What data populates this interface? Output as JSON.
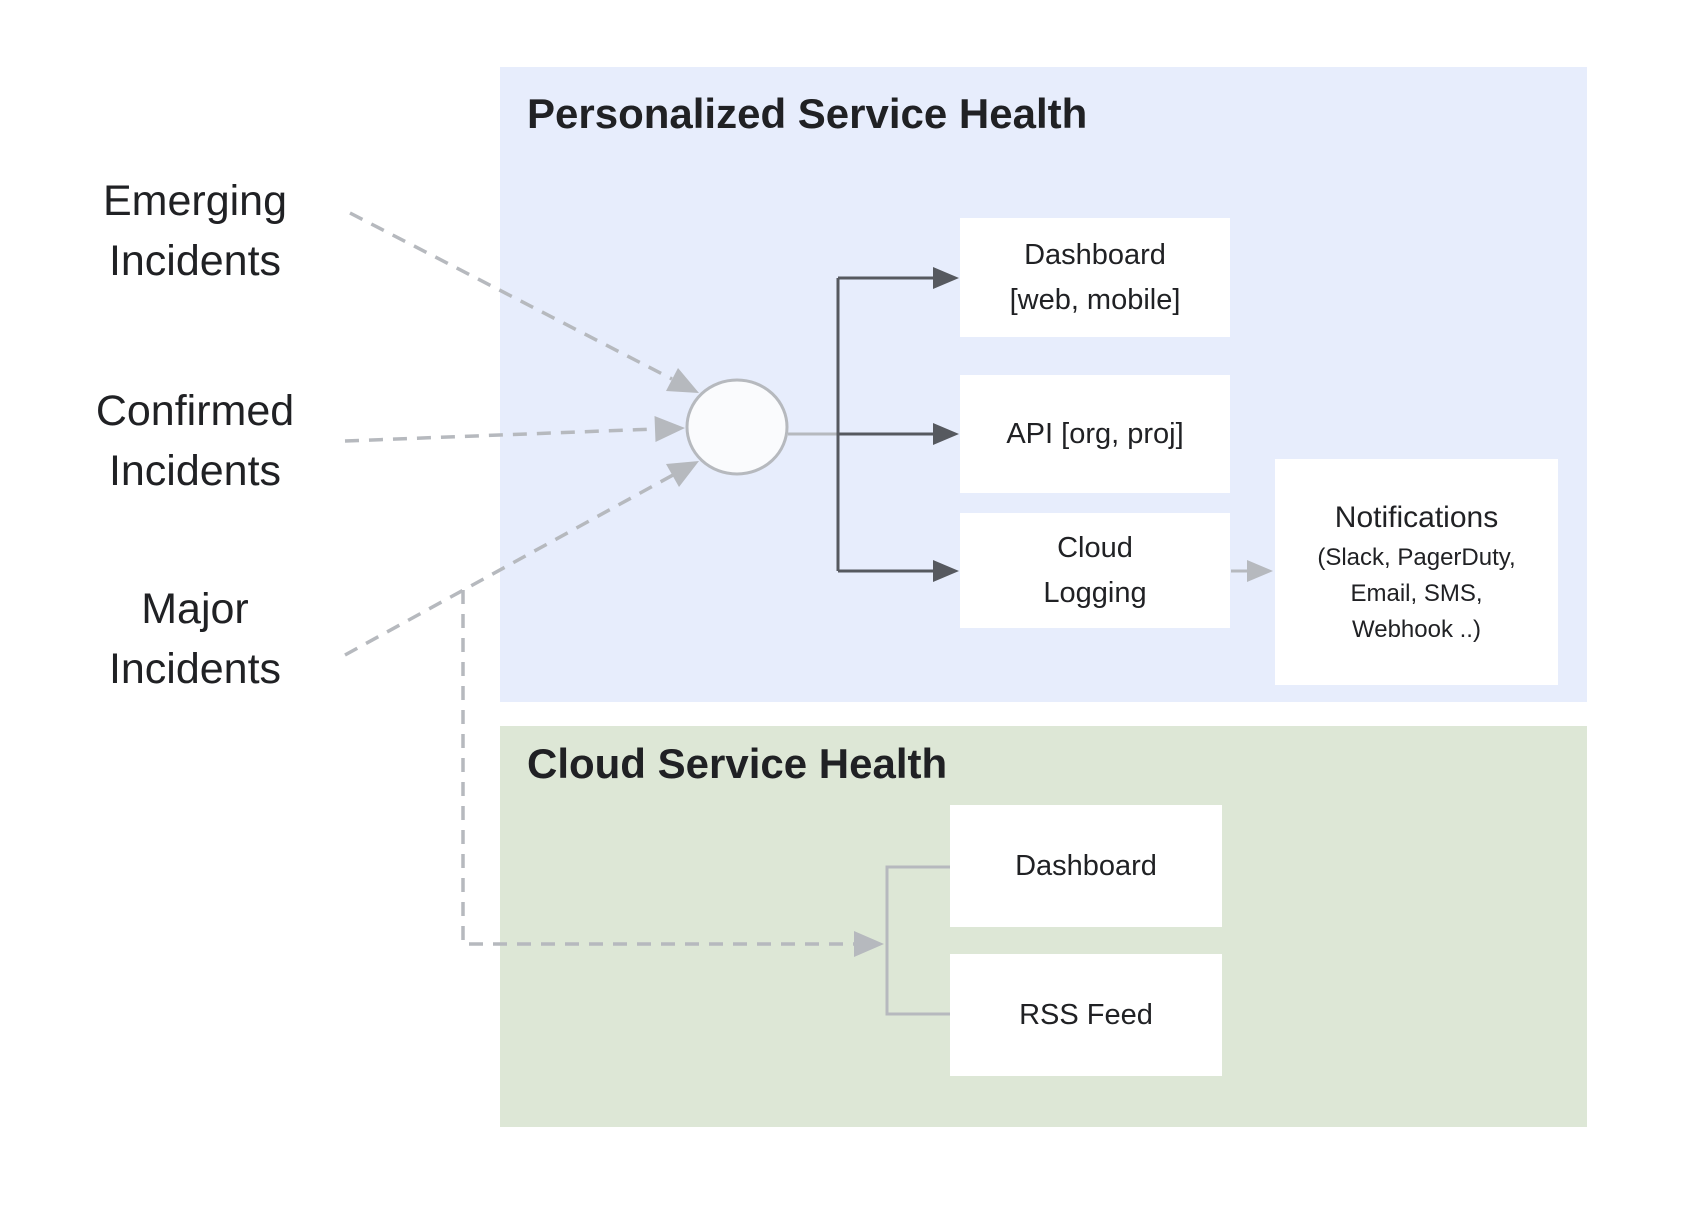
{
  "inputs": [
    {
      "id": "emerging",
      "lines": [
        "Emerging",
        "Incidents"
      ]
    },
    {
      "id": "confirmed",
      "lines": [
        "Confirmed",
        "Incidents"
      ]
    },
    {
      "id": "major",
      "lines": [
        "Major",
        "Incidents"
      ]
    }
  ],
  "personalized_panel": {
    "title": "Personalized Service Health",
    "boxes": [
      {
        "id": "dashboard",
        "lines": [
          "Dashboard",
          "[web, mobile]"
        ]
      },
      {
        "id": "api",
        "lines": [
          "API [org, proj]"
        ]
      },
      {
        "id": "cloud_logging",
        "lines": [
          "Cloud",
          "Logging"
        ]
      },
      {
        "id": "notifications",
        "title": "Notifications",
        "sub_lines": [
          "(Slack, PagerDuty,",
          "Email, SMS,",
          "Webhook ..)"
        ]
      }
    ]
  },
  "cloud_panel": {
    "title": "Cloud Service Health",
    "boxes": [
      {
        "id": "dashboard",
        "label": "Dashboard"
      },
      {
        "id": "rss",
        "label": "RSS Feed"
      }
    ]
  },
  "colors": {
    "personalized_bg": "#e7edfc",
    "cloud_bg": "#dde7d6",
    "dark_line": "#56595f",
    "light_line": "#b6b9be",
    "text": "#202124",
    "box_bg": "#ffffff"
  }
}
